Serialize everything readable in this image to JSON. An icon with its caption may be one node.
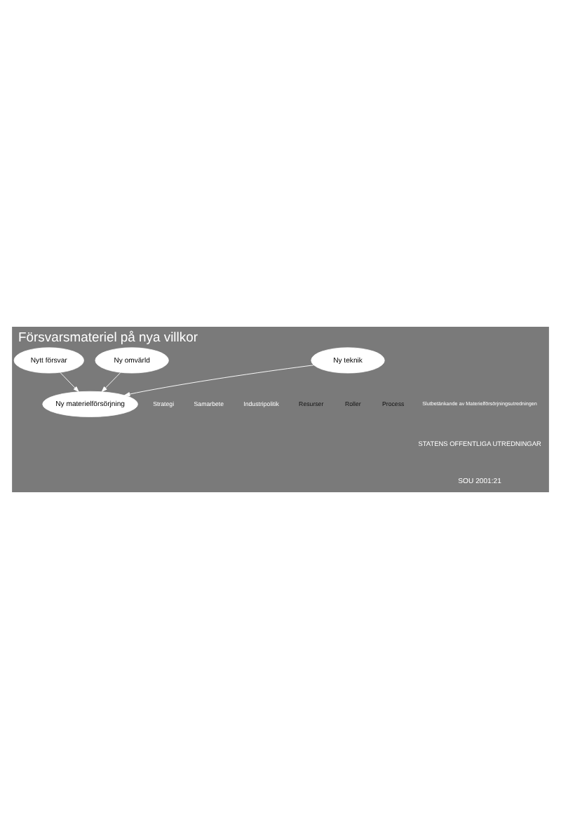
{
  "diagram": {
    "title": "Försvarsmateriel på nya villkor",
    "nodes": [
      {
        "text": [
          "Nytt försvar"
        ]
      },
      {
        "text": [
          "Ny materielförsörjning"
        ]
      },
      {
        "text": [
          "Ny teknik"
        ]
      },
      {
        "text": [
          "Ny omvärld"
        ]
      }
    ],
    "edges": [
      {
        "from": 0,
        "to": 1,
        "arrow": "to"
      },
      {
        "from": 2,
        "to": 1,
        "arrow": "to"
      },
      {
        "from": 3,
        "to": 1,
        "arrow": "to"
      }
    ],
    "labels": [
      "Strategi",
      "Resurser",
      "Samarbete",
      "Roller",
      "Industripolitik",
      "Process",
      "Slutbetänkande av Materielförsörjningsutredningen",
      "STATENS OFFENTLIGA UTREDNINGAR",
      "SOU 2001:21"
    ]
  }
}
